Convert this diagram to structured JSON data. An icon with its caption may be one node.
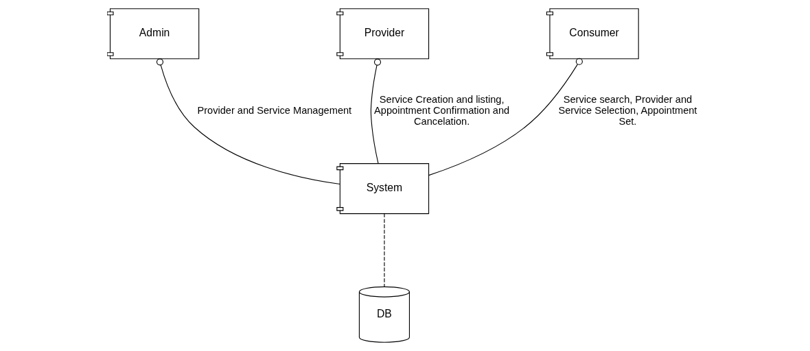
{
  "diagram": {
    "nodes": [
      {
        "text": [
          "Admin"
        ]
      },
      {
        "text": [
          "Provider"
        ]
      },
      {
        "text": [
          "Consumer"
        ]
      },
      {
        "text": [
          "System"
        ]
      },
      {
        "text": [
          "DB"
        ]
      }
    ],
    "edges": [
      {
        "from": 0,
        "to": 3,
        "arrow": "other",
        "label": "Provider and Service Management"
      },
      {
        "from": 1,
        "to": 3,
        "arrow": "other",
        "label": "Service Creation and listing, Appointment Confirmation and Cancelation."
      },
      {
        "from": 2,
        "to": 3,
        "arrow": "other",
        "label": "Service search, Provider and Service Selection, Appointment Set."
      },
      {
        "from": 3,
        "to": 4,
        "arrow": "none",
        "style": "dashed"
      }
    ]
  }
}
